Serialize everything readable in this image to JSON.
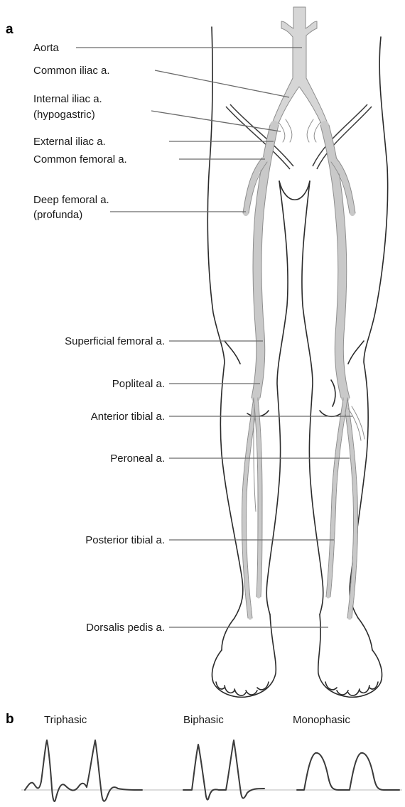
{
  "panel_a": {
    "letter": "a",
    "labels": {
      "aorta": "Aorta",
      "common_iliac": "Common iliac a.",
      "internal_iliac_1": "Internal iliac a.",
      "internal_iliac_2": "(hypogastric)",
      "external_iliac": "External iliac a.",
      "common_femoral": "Common femoral a.",
      "deep_femoral_1": "Deep femoral a.",
      "deep_femoral_2": "(profunda)",
      "superficial_femoral": "Superficial femoral a.",
      "popliteal": "Popliteal a.",
      "anterior_tibial": "Anterior tibial a.",
      "peroneal": "Peroneal a.",
      "posterior_tibial": "Posterior tibial a.",
      "dorsalis_pedis": "Dorsalis pedis a."
    }
  },
  "panel_b": {
    "letter": "b",
    "waveforms": {
      "triphasic": "Triphasic",
      "biphasic": "Biphasic",
      "monophasic": "Monophasic"
    }
  },
  "colors": {
    "artery_fill": "#d6d6d6",
    "artery_outline": "#8e8e8e",
    "outline": "#2a2a2a",
    "leader": "#6a6a6a"
  }
}
